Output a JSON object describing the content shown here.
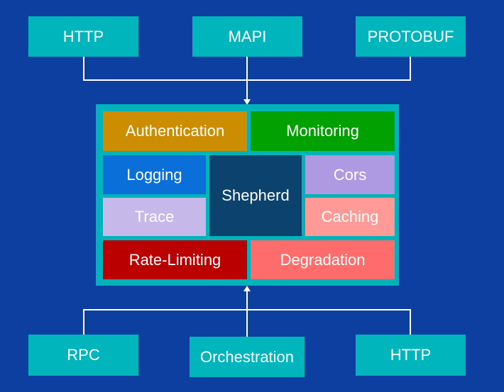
{
  "colors": {
    "background": "#0d3fa0",
    "protocol_box": "#00b5bc",
    "core_border": "#00b3bb",
    "connector": "#ffffff",
    "authentication": "#cc8e00",
    "monitoring": "#00a100",
    "logging": "#0a6fd8",
    "trace": "#c6b9ea",
    "shepherd": "#0b436e",
    "cors": "#ae9ae3",
    "caching": "#ff9a96",
    "rate_limiting": "#bb0000",
    "degradation": "#ff6c6c"
  },
  "top_inputs": [
    {
      "label": "HTTP"
    },
    {
      "label": "MAPI"
    },
    {
      "label": "PROTOBUF"
    }
  ],
  "bottom_inputs": [
    {
      "label": "RPC"
    },
    {
      "label": "Orchestration"
    },
    {
      "label": "HTTP"
    }
  ],
  "core": {
    "center_label": "Shepherd",
    "modules": {
      "authentication": "Authentication",
      "monitoring": "Monitoring",
      "logging": "Logging",
      "trace": "Trace",
      "cors": "Cors",
      "caching": "Caching",
      "rate_limiting": "Rate-Limiting",
      "degradation": "Degradation"
    }
  }
}
